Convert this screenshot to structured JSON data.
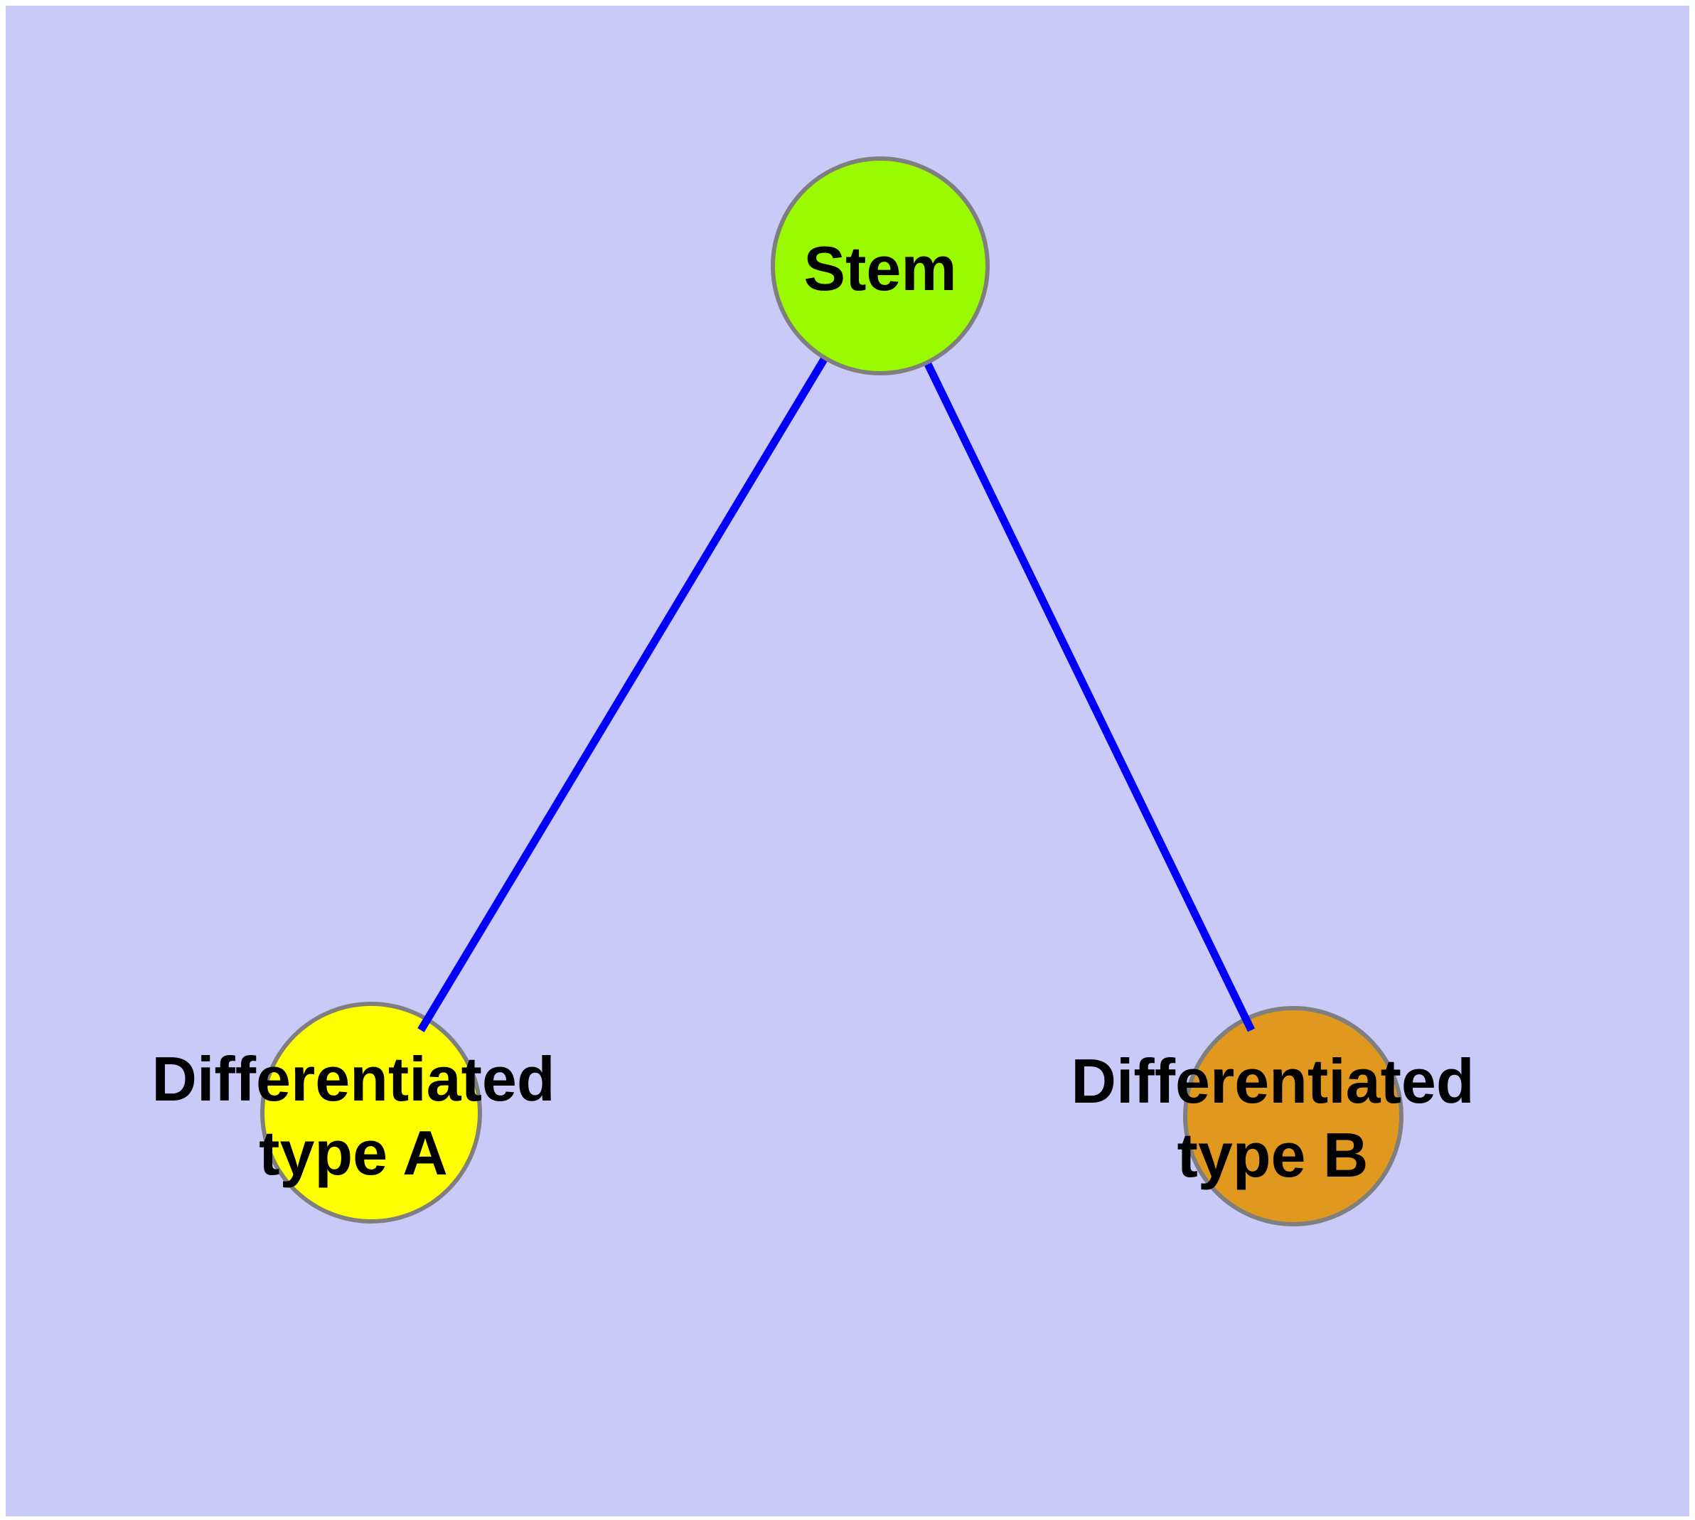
{
  "canvas": {
    "background_outer": "#ffffff",
    "background": "#cacaf8"
  },
  "diagram": {
    "type": "graph",
    "nodes": [
      {
        "id": "stem",
        "label": "Stem",
        "fill": "#9afa00",
        "border": "#7f7f7f"
      },
      {
        "id": "differentiated-type-a",
        "label_line1": "Differentiated",
        "label_line2": "type A",
        "fill": "#ffff00",
        "border": "#7f7f7f"
      },
      {
        "id": "differentiated-type-b",
        "label_line1": "Differentiated",
        "label_line2": "type B",
        "fill": "#e0981e",
        "border": "#7f7f7f"
      }
    ],
    "edges": [
      {
        "from": "stem",
        "to": "differentiated-type-a",
        "color": "#0000fa"
      },
      {
        "from": "stem",
        "to": "differentiated-type-b",
        "color": "#0000fa"
      }
    ]
  }
}
